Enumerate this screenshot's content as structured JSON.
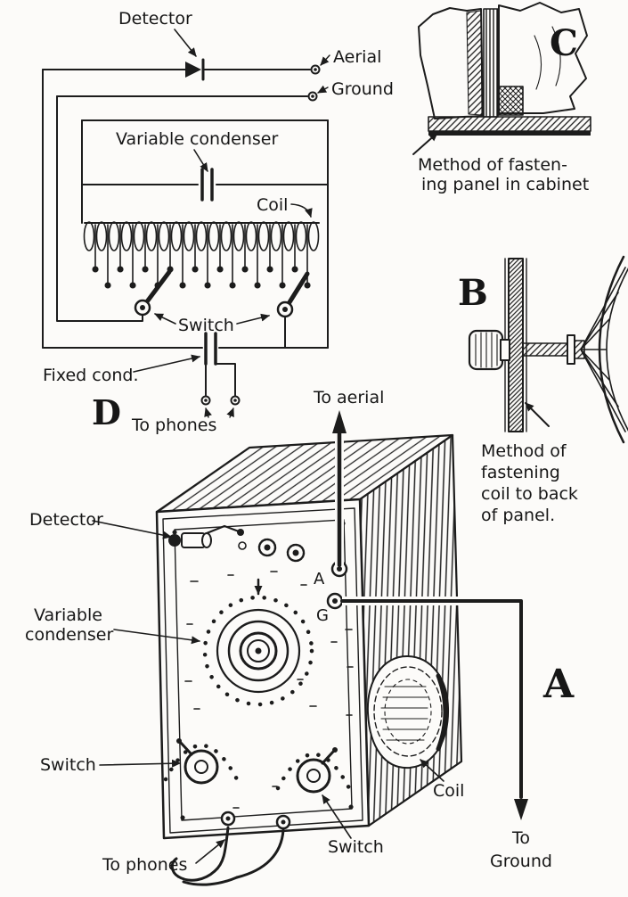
{
  "meta": {
    "ink_color": "#1c1c1c",
    "paper_color": "#fcfbf9"
  },
  "schematic_d": {
    "letter": "D",
    "detector": "Detector",
    "aerial": "Aerial",
    "ground": "Ground",
    "variable_condenser": "Variable condenser",
    "coil": "Coil",
    "switch": "Switch",
    "fixed_cond": "Fixed cond.",
    "to_phones": "To phones"
  },
  "detail_c": {
    "letter": "C",
    "caption_line1": "Method of fasten-",
    "caption_line2": "ing panel in cabinet"
  },
  "detail_b": {
    "letter": "B",
    "caption_line1": "Method of",
    "caption_line2": "fastening",
    "caption_line3": "coil to back",
    "caption_line4": "of panel."
  },
  "cabinet_a": {
    "letter": "A",
    "to_aerial": "To aerial",
    "detector": "Detector",
    "terminal_a": "A",
    "terminal_g": "G",
    "variable_line1": "Variable",
    "variable_line2": "condenser",
    "switch_left": "Switch",
    "switch_bottom": "Switch",
    "coil": "Coil",
    "to_phones": "To phones",
    "to_ground_line1": "To",
    "to_ground_line2": "Ground"
  }
}
